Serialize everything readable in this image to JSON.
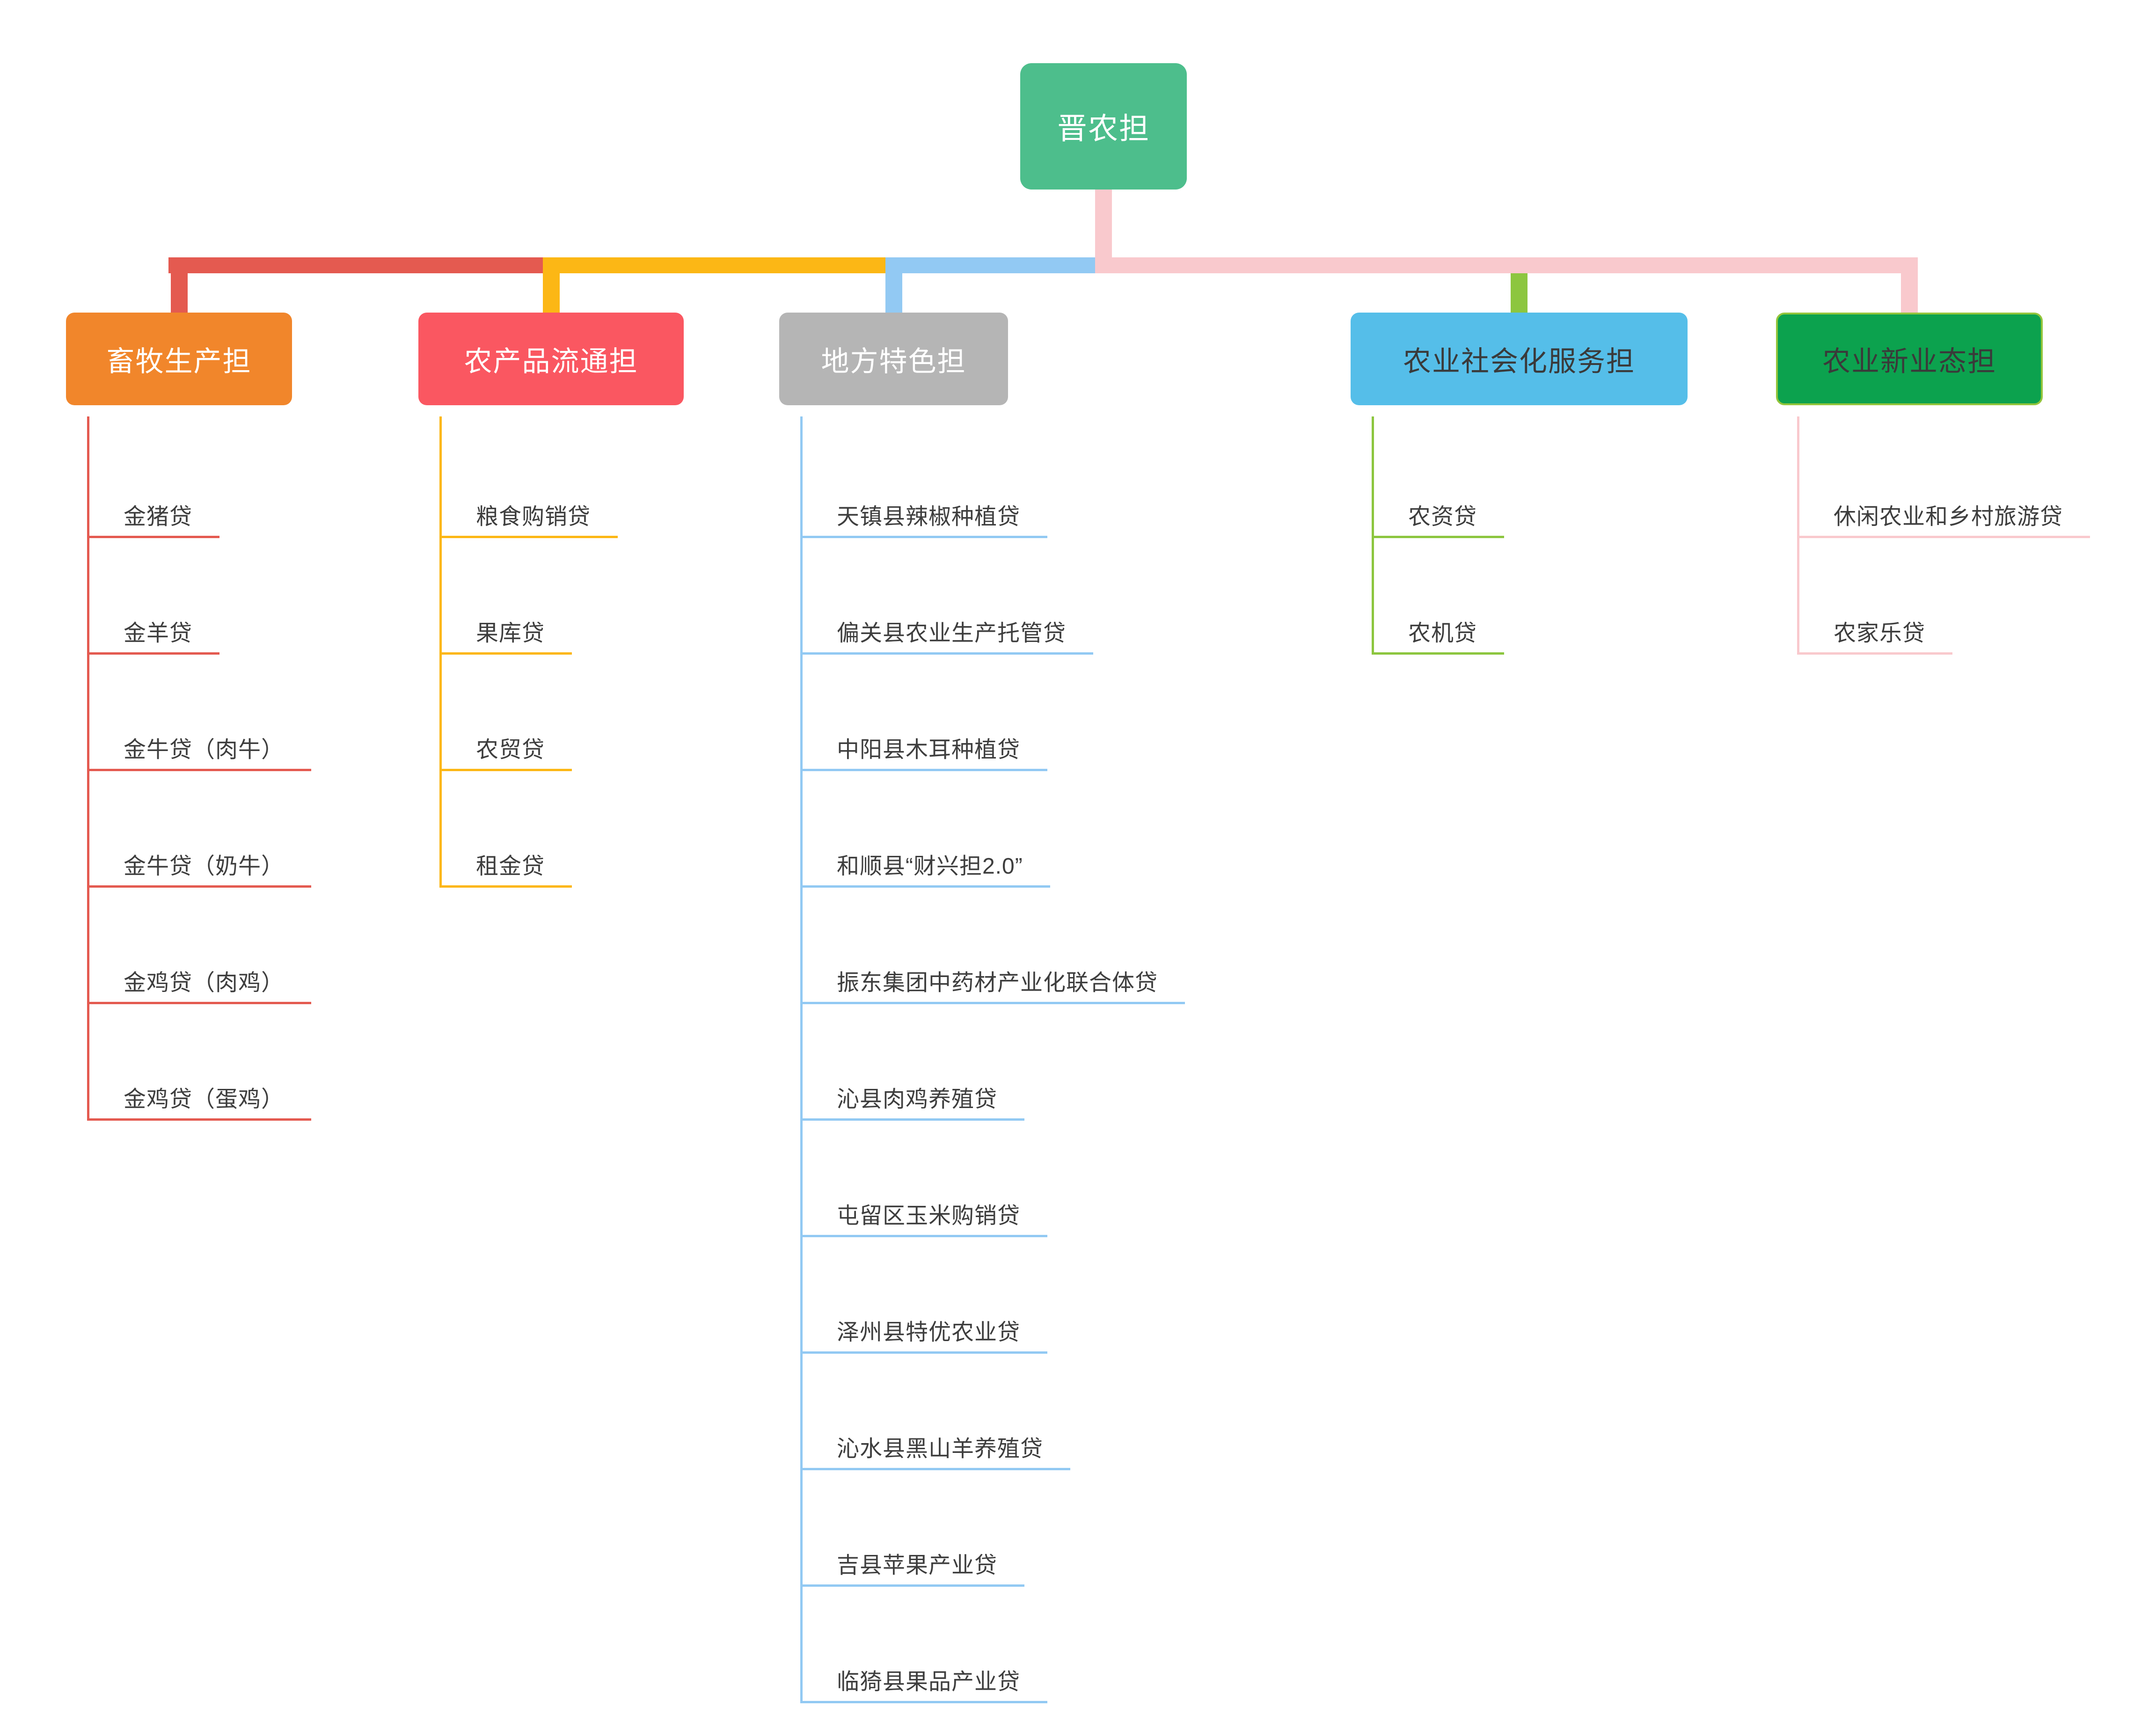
{
  "page": {
    "background": "#FFFFFF"
  },
  "mindmap": {
    "root": {
      "label": "晋农担",
      "bg_color": "#4DBE8C",
      "text_color": "#FFFFFF"
    },
    "branches": [
      {
        "label": "畜牧生产担",
        "box_bg": "#F1862B",
        "box_text_color": "#FFFFFF",
        "line_color": "#E45A50",
        "children": [
          "金猪贷",
          "金羊贷",
          "金牛贷（肉牛）",
          "金牛贷（奶牛）",
          "金鸡贷（肉鸡）",
          "金鸡贷（蛋鸡）"
        ]
      },
      {
        "label": "农产品流通担",
        "box_bg": "#FA5761",
        "box_text_color": "#FFFFFF",
        "line_color": "#FCB715",
        "children": [
          "粮食购销贷",
          "果库贷",
          "农贸贷",
          "租金贷"
        ]
      },
      {
        "label": "地方特色担",
        "box_bg": "#B5B5B5",
        "box_text_color": "#FFFFFF",
        "line_color": "#92C9F3",
        "children": [
          "天镇县辣椒种植贷",
          "偏关县农业生产托管贷",
          "中阳县木耳种植贷",
          "和顺县“财兴担2.0”",
          "振东集团中药材产业化联合体贷",
          "沁县肉鸡养殖贷",
          "屯留区玉米购销贷",
          "泽州县特优农业贷",
          "沁水县黑山羊养殖贷",
          "吉县苹果产业贷",
          "临猗县果品产业贷"
        ]
      },
      {
        "label": "农业社会化服务担",
        "box_bg": "#55BEE9",
        "box_text_color": "#3A3A3A",
        "line_color": "#8CC63F",
        "children": [
          "农资贷",
          "农机贷"
        ]
      },
      {
        "label": "农业新业态担",
        "box_bg": "#0CA24E",
        "box_text_color": "#3A3A3A",
        "box_border_color": "#93C53B",
        "line_color": "#F9C9CD",
        "children": [
          "休闲农业和乡村旅游贷",
          "农家乐贷"
        ]
      }
    ]
  }
}
